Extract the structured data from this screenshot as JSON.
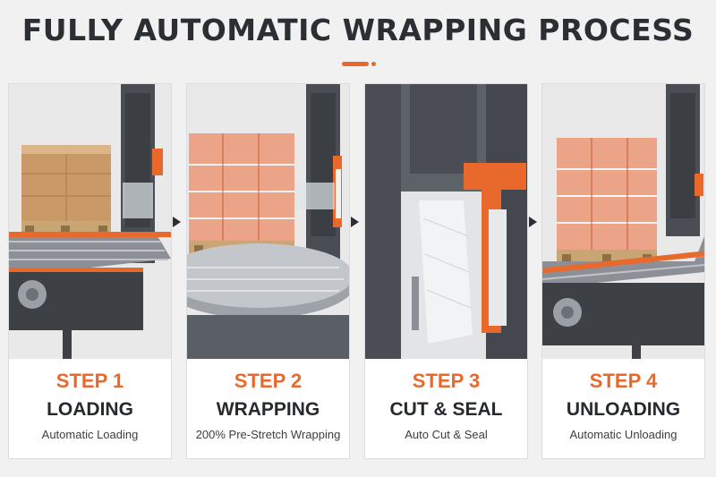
{
  "title": "FULLY AUTOMATIC WRAPPING PROCESS",
  "accent_color": "#e8692b",
  "steps": [
    {
      "step": "STEP 1",
      "name": "LOADING",
      "desc": "Automatic Loading",
      "illustration": "pallet-loading-icon"
    },
    {
      "step": "STEP 2",
      "name": "WRAPPING",
      "desc": "200% Pre-Stretch Wrapping",
      "illustration": "turntable-wrapping-icon"
    },
    {
      "step": "STEP 3",
      "name": "CUT & SEAL",
      "desc": "Auto Cut & Seal",
      "illustration": "film-cutter-icon"
    },
    {
      "step": "STEP 4",
      "name": "UNLOADING",
      "desc": "Automatic Unloading",
      "illustration": "pallet-unloading-icon"
    }
  ]
}
